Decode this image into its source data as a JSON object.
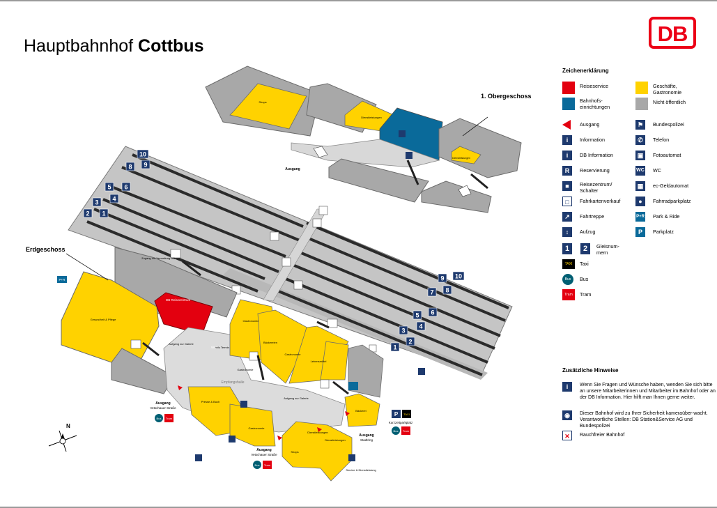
{
  "header": {
    "title_light": "Hauptbahnhof",
    "title_bold": "Cottbus",
    "logo_text": "DB"
  },
  "map": {
    "floor_upper": "1. Obergeschoss",
    "floor_ground": "Erdgeschoss",
    "upper_labels": {
      "shops": "Shops",
      "dienstleistungen": "Dienstleistungen",
      "dienstleistungen2": "Dienstleistungen",
      "ausgang": "Ausgang"
    },
    "ground_labels": {
      "reisezentrum": "DB Reisezentrum",
      "gesundheit": "Gesundheit & Pflege",
      "zugang": "Zugang zur Verwaltung DB",
      "aufgang_galerie": "Aufgang zur Galerie",
      "gastronomie1": "Gastronomie",
      "baeckerei1": "Bäckereien",
      "gastronomie2": "Gastronomie",
      "lebensmittel": "Lebensmittel",
      "gastronomie3": "Gastronomie",
      "empfangshalle": "Empfangshalle",
      "presse": "Presse & Buch",
      "gastronomie4": "Gastronomie",
      "aufgang_galerie2": "Aufgang zur Galerie",
      "baeckerei2": "Bäckerei",
      "dienstleistungen": "Dienstleistungen",
      "dienstleistungen2": "Dienstleistungen",
      "shops": "Shops",
      "service": "Service & Dienstleistung",
      "info_terminal": "Info Termin"
    },
    "exits": {
      "west_title": "Ausgang",
      "west_street": "Vetschauer Straße",
      "south_title": "Ausgang",
      "south_street": "Vetschauer Straße",
      "east_title": "Ausgang",
      "east_street": "Stadtring",
      "kurzzeit": "Kurzzeitparkplatz"
    },
    "badges": {
      "bus": "Bus",
      "tram": "Tram",
      "taxi": "TAXI",
      "wc": "WC",
      "parking": "P",
      "park_ride": "P+R"
    },
    "tracks_left": [
      "10",
      "9",
      "8",
      "6",
      "5",
      "4",
      "3",
      "2",
      "1"
    ],
    "tracks_right": [
      "10",
      "9",
      "8",
      "7",
      "6",
      "5",
      "4",
      "3",
      "2",
      "1"
    ],
    "compass": "N"
  },
  "legend": {
    "heading": "Zeichenerklärung",
    "items": {
      "reiseservice": "Reiseservice",
      "bahnhofseinrichtungen": "Bahnhofs-\neinrichtungen",
      "geschaefte": "Geschäfte,\nGastronomie",
      "nicht_oeffentlich": "Nicht öffentlich",
      "ausgang": "Ausgang",
      "bundespolizei": "Bundespolizei",
      "information": "Information",
      "telefon": "Telefon",
      "db_information": "DB Information",
      "fotoautomat": "Fotoautomat",
      "reservierung": "Reservierung",
      "wc": "WC",
      "reisezentrum": "Reisezentrum/\nSchalter",
      "ec_geld": "ec-Geldautomat",
      "fahrkartenverkauf": "Fahrkartenverkauf",
      "fahrradparkplatz": "Fahrradparkplatz",
      "fahrtreppe": "Fahrtreppe",
      "park_ride": "Park & Ride",
      "aufzug": "Aufzug",
      "parkplatz": "Parkplatz",
      "gleisnummern": "Gleisnum-\nmern",
      "taxi": "Taxi",
      "bus": "Bus",
      "tram": "Tram"
    },
    "colors": {
      "reiseservice": "#e3000f",
      "bahnhof": "#0a6a9a",
      "geschaefte": "#ffd200",
      "nicht_oeffentlich": "#a8a8a8",
      "navy": "#1e3a6e"
    }
  },
  "notes": {
    "heading": "Zusätzliche Hinweise",
    "items": [
      "Wenn Sie Fragen und Wünsche haben, wenden Sie sich bitte an unsere Mitarbeiterinnen und Mitarbeiter im Bahnhof oder an der DB Information. Hier hilft man Ihnen gerne weiter.",
      "Dieser Bahnhof wird zu Ihrer Sicherheit kameraüber-wacht. Verantwortliche Stellen: DB Station&Service AG und Bundespolizei",
      "Rauchfreier Bahnhof"
    ]
  }
}
